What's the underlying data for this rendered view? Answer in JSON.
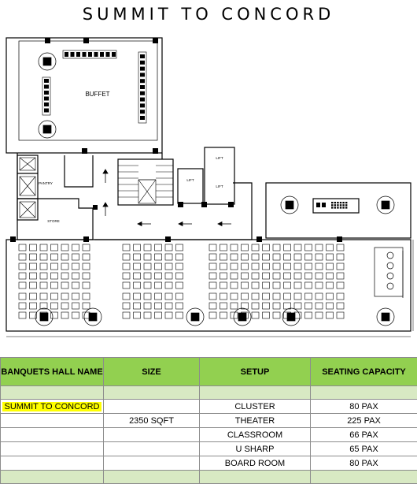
{
  "title": "SUMMIT TO CONCORD",
  "plan": {
    "buffet_label": "BUFFET",
    "lift_a_label": "LIFT",
    "lift_b_label": "LIFT",
    "lift_c_label": "LIFT",
    "store_label": "STORE",
    "lobby_label": "PANTRY"
  },
  "table": {
    "headers": [
      "BANQUETS  HALL NAME",
      "SIZE",
      "SETUP",
      "SEATING CAPACITY"
    ],
    "hall_name": "SUMMIT TO CONCORD",
    "size": "2350 SQFT",
    "rows": [
      {
        "setup": "CLUSTER",
        "capacity": "80 PAX"
      },
      {
        "setup": "THEATER",
        "capacity": "225 PAX"
      },
      {
        "setup": "CLASSROOM",
        "capacity": "66 PAX"
      },
      {
        "setup": "U SHARP",
        "capacity": "65 PAX"
      },
      {
        "setup": "BOARD ROOM",
        "capacity": "80 PAX"
      }
    ]
  },
  "colors": {
    "header_green": "#92d050",
    "band_green": "#d8e9c3",
    "highlight": "#ffff00"
  }
}
